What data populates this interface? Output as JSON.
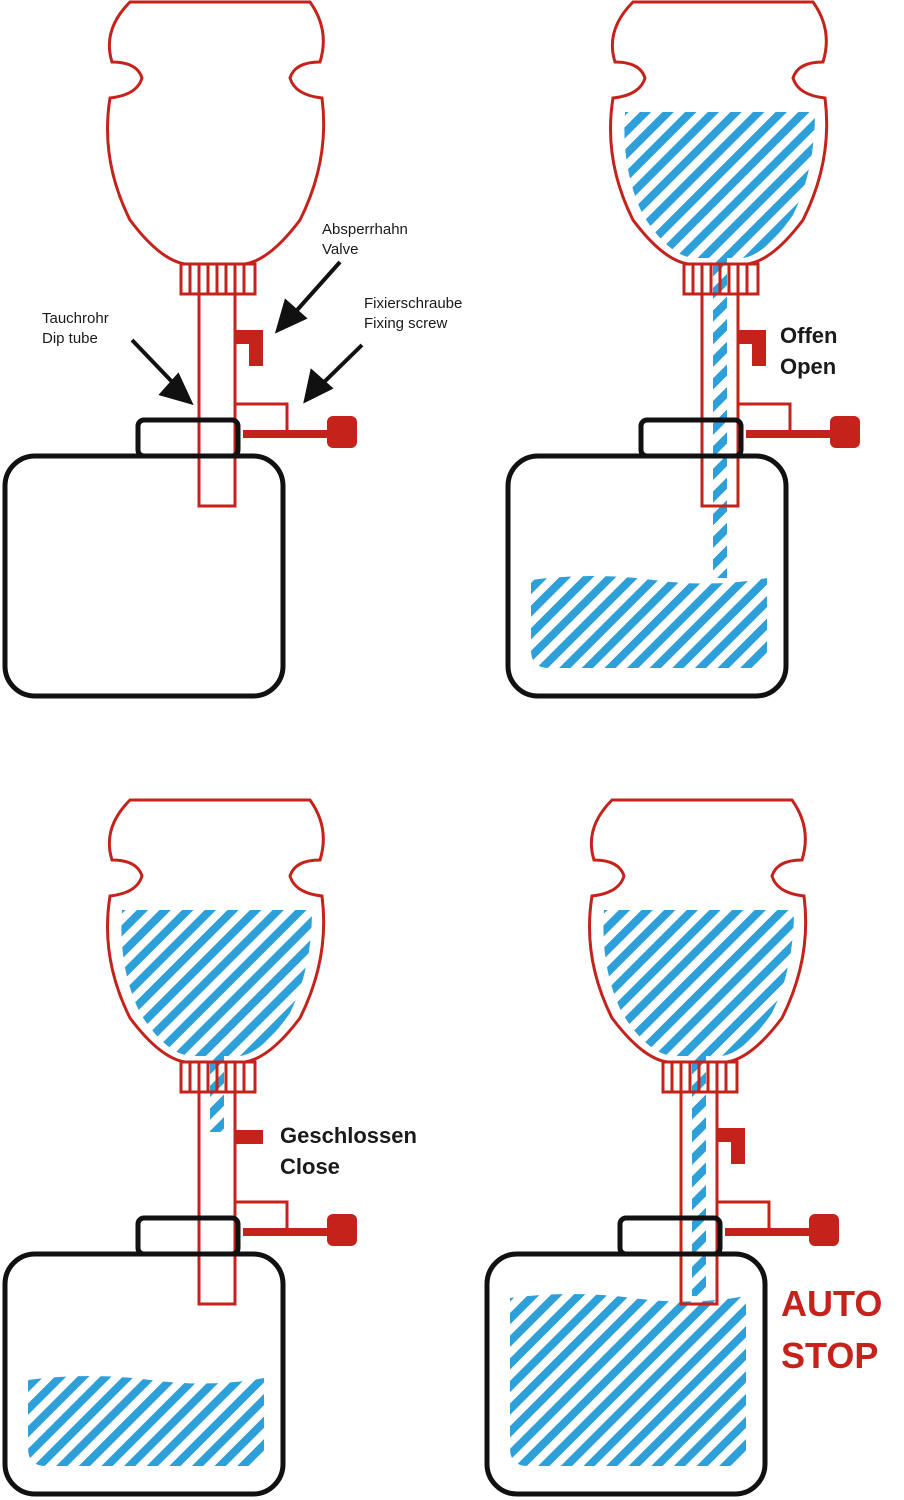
{
  "colors": {
    "bottle": "#c5221b",
    "canister": "#111111",
    "water": "#2d9fd9",
    "accent_text": "#c5221b"
  },
  "panels": [
    {
      "labels": {
        "valve_de": "Absperrhahn",
        "valve_en": "Valve",
        "screw_de": "Fixierschraube",
        "screw_en": "Fixing screw",
        "tube_de": "Tauchrohr",
        "tube_en": "Dip tube"
      }
    },
    {
      "labels": {
        "state_de": "Offen",
        "state_en": "Open"
      }
    },
    {
      "labels": {
        "state_de": "Geschlossen",
        "state_en": "Close"
      }
    },
    {
      "labels": {
        "state_line1": "AUTO",
        "state_line2": "STOP"
      }
    }
  ]
}
